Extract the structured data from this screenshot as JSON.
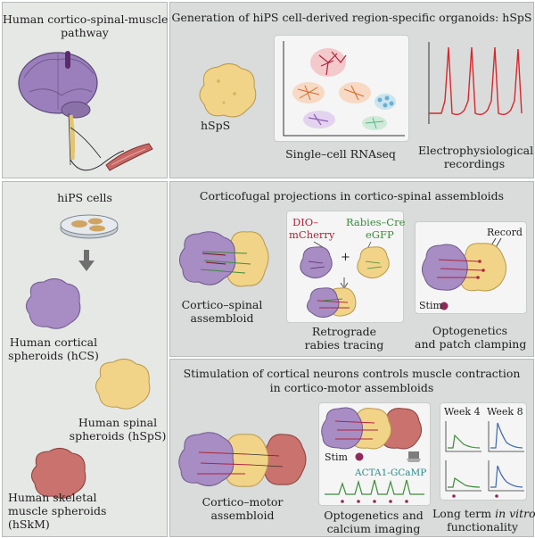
{
  "pathway": {
    "title_line1": "Human cortico-spinal-muscle",
    "title_line2": "pathway"
  },
  "top": {
    "title": "Generation of hiPS cell-derived region-specific organoids: hSpS",
    "organoid_label": "hSpS",
    "rnaseq_label": "Single–cell RNAseq",
    "ephys_label_line1": "Electrophysiological",
    "ephys_label_line2": "recordings"
  },
  "left": {
    "hips_label": "hiPS cells",
    "hcs_line1": "Human cortical",
    "hcs_line2": "spheroids (hCS)",
    "hsps_line1": "Human spinal",
    "hsps_line2": "spheroids (hSpS)",
    "hskm_line1": "Human skeletal",
    "hskm_line2": "muscle spheroids",
    "hskm_line3": "(hSkM)"
  },
  "middle": {
    "title": "Corticofugal projections in cortico-spinal assembloids",
    "assembloid_line1": "Cortico–spinal",
    "assembloid_line2": "assembloid",
    "dio_line1": "DIO–",
    "dio_line2": "mCherry",
    "rabies_line1": "Rabies–Cre",
    "rabies_line2": "eGFP",
    "plus": "+",
    "retro_line1": "Retrograde",
    "retro_line2": "rabies tracing",
    "record_label": "Record",
    "stim_label": "Stim",
    "opto_line1": "Optogenetics",
    "opto_line2": "and patch clamping"
  },
  "bottom": {
    "title_line1": "Stimulation of cortical neurons controls muscle contraction",
    "title_line2": "in cortico-motor assembloids",
    "assembloid_line1": "Cortico–motor",
    "assembloid_line2": "assembloid",
    "stim_label": "Stim",
    "gcamp_label": "ACTA1-GCaMP",
    "calcium_line1": "Optogenetics and",
    "calcium_line2": "calcium imaging",
    "week4": "Week 4",
    "week8": "Week 8",
    "longterm_line1_pre": "Long term ",
    "longterm_line1_em": "in vitro",
    "longterm_line2": "functionality"
  },
  "colors": {
    "cortical": "#a88cc4",
    "spinal": "#f2d489",
    "muscle": "#c9726e",
    "mcherry": "#b0243a",
    "egfp": "#3c8a3a",
    "trace_red": "#d8262c",
    "trace_green": "#3c8a3a",
    "trace_blue": "#3e67b2",
    "panel_bg": "#e6e8e6"
  }
}
